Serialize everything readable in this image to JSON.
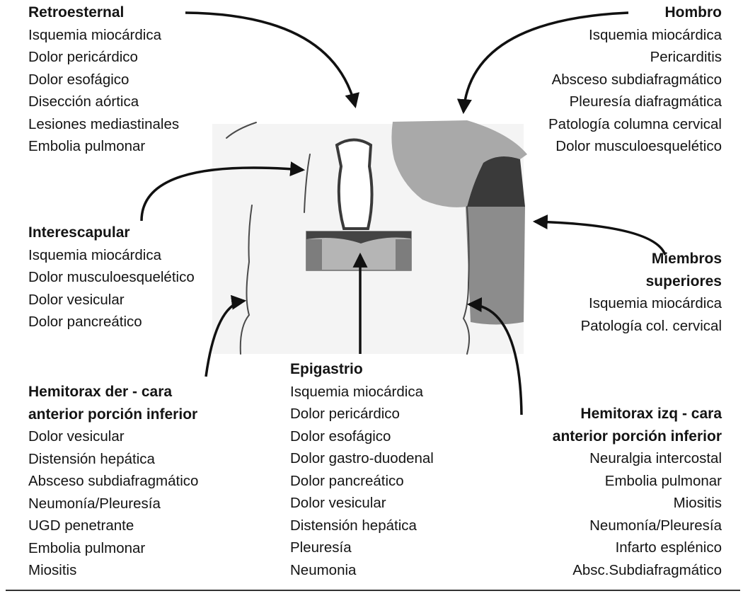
{
  "colors": {
    "text": "#141414",
    "arrow": "#111111",
    "shade_light": "#a9a9a9",
    "shade_mid": "#8c8c8c",
    "shade_dark": "#3a3a3a",
    "body_bg": "#f2f2f2"
  },
  "regions": {
    "retroesternal": {
      "title": "Retroesternal",
      "items": [
        "Isquemia miocárdica",
        "Dolor pericárdico",
        "Dolor esofágico",
        "Disección aórtica",
        "Lesiones mediastinales",
        "Embolia pulmonar"
      ]
    },
    "hombro": {
      "title": "Hombro",
      "items": [
        "Isquemia miocárdica",
        "Pericarditis",
        "Absceso subdiafragmático",
        "Pleuresía diafragmática",
        "Patología columna cervical",
        "Dolor musculoesquelético"
      ]
    },
    "interescapular": {
      "title": "Interescapular",
      "items": [
        "Isquemia miocárdica",
        "Dolor musculoesquelético",
        "Dolor vesicular",
        "Dolor pancreático"
      ]
    },
    "miembros": {
      "title_line1": "Miembros",
      "title_line2": "superiores",
      "items": [
        "Isquemia miocárdica",
        "Patología col. cervical"
      ]
    },
    "epigastrio": {
      "title": "Epigastrio",
      "items": [
        "Isquemia miocárdica",
        "Dolor pericárdico",
        "Dolor esofágico",
        "Dolor gastro-duodenal",
        "Dolor pancreático",
        "Dolor vesicular",
        "Distensión hepática",
        "Pleuresía",
        "Neumonia"
      ]
    },
    "hemitorax_der": {
      "title_line1": "Hemitorax der - cara",
      "title_line2": "anterior porción inferior",
      "items": [
        "Dolor vesicular",
        "Distensión hepática",
        "Absceso subdiafragmático",
        "Neumonía/Pleuresía",
        "UGD penetrante",
        "Embolia pulmonar",
        "Miositis"
      ]
    },
    "hemitorax_izq": {
      "title_line1": "Hemitorax izq - cara",
      "title_line2": "anterior porción inferior",
      "items": [
        "Neuralgia intercostal",
        "Embolia pulmonar",
        "Miositis",
        "Neumonía/Pleuresía",
        "Infarto esplénico",
        "Absc.Subdiafragmático"
      ]
    }
  }
}
